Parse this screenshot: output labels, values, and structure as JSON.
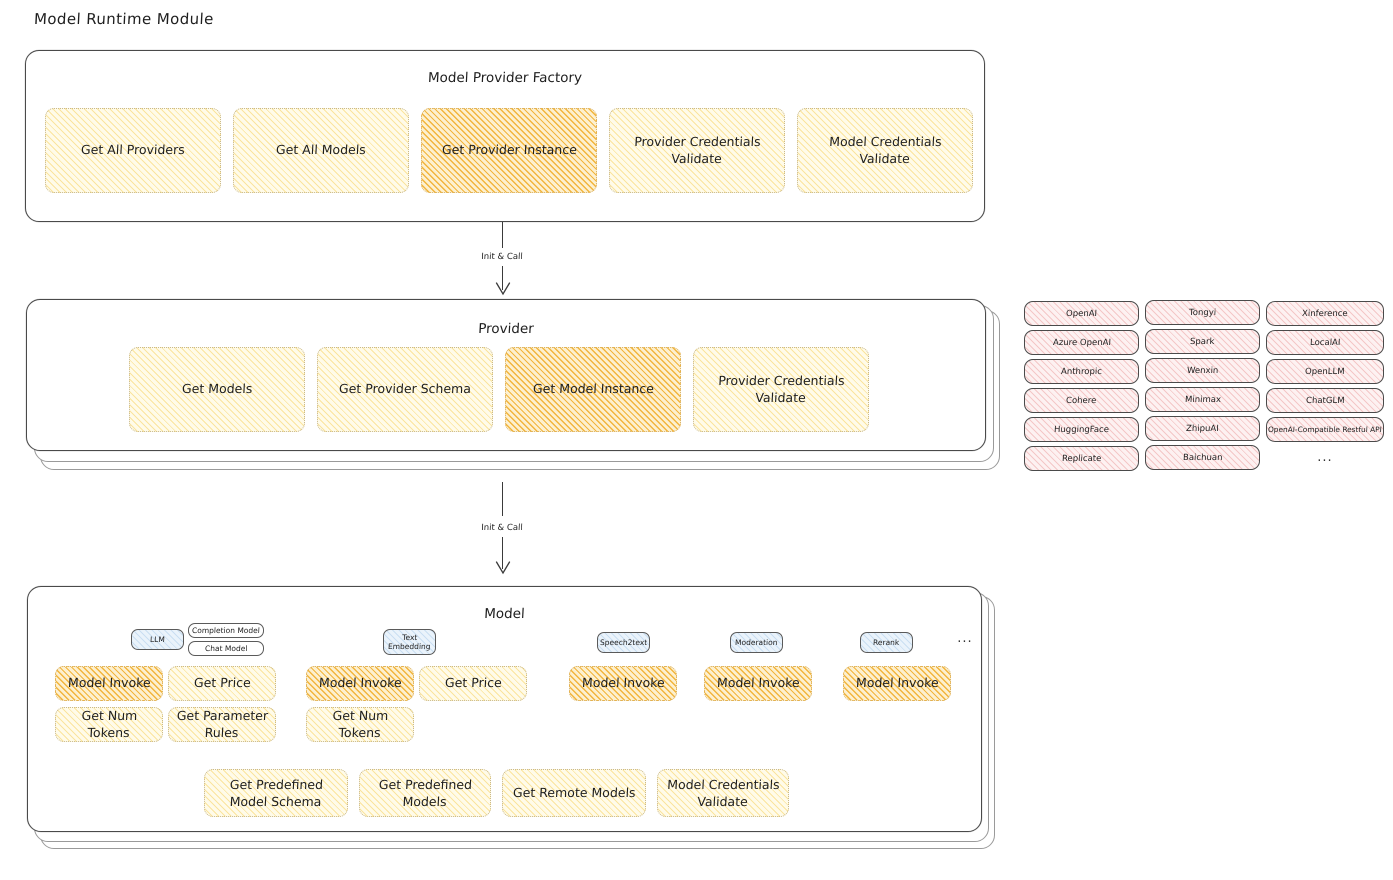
{
  "page": {
    "title": "Model Runtime Module"
  },
  "factory": {
    "title": "Model Provider Factory",
    "boxes": [
      {
        "label": "Get All Providers",
        "highlight": false
      },
      {
        "label": "Get All Models",
        "highlight": false
      },
      {
        "label": "Get Provider Instance",
        "highlight": true
      },
      {
        "label": "Provider Credentials Validate",
        "highlight": false
      },
      {
        "label": "Model Credentials Validate",
        "highlight": false
      }
    ]
  },
  "arrows": {
    "top_label": "Init & Call",
    "bottom_label": "Init & Call"
  },
  "provider": {
    "title": "Provider",
    "boxes": [
      {
        "label": "Get Models",
        "highlight": false
      },
      {
        "label": "Get Provider Schema",
        "highlight": false
      },
      {
        "label": "Get Model Instance",
        "highlight": true
      },
      {
        "label": "Provider Credentials Validate",
        "highlight": false
      }
    ]
  },
  "provider_list": {
    "columns": [
      {
        "items": [
          "OpenAI",
          "Azure OpenAI",
          "Anthropic",
          "Cohere",
          "HuggingFace",
          "Replicate"
        ]
      },
      {
        "items": [
          "Tongyi",
          "Spark",
          "Wenxin",
          "Minimax",
          "ZhipuAI",
          "Baichuan"
        ]
      },
      {
        "items": [
          "Xinference",
          "LocalAI",
          "OpenLLM",
          "ChatGLM",
          "OpenAI-Compatible Restful API"
        ]
      }
    ],
    "more": "..."
  },
  "model": {
    "title": "Model",
    "more": "...",
    "types": [
      {
        "name": "LLM",
        "sub_chips": [
          "Completion Model",
          "Chat Model"
        ],
        "ops_row1": [
          {
            "label": "Model Invoke",
            "highlight": true
          },
          {
            "label": "Get Price",
            "highlight": false
          }
        ],
        "ops_row2": [
          {
            "label": "Get Num Tokens",
            "highlight": false
          },
          {
            "label": "Get Parameter Rules",
            "highlight": false
          }
        ]
      },
      {
        "name": "Text Embedding",
        "sub_chips": [],
        "ops_row1": [
          {
            "label": "Model Invoke",
            "highlight": true
          },
          {
            "label": "Get Price",
            "highlight": false
          }
        ],
        "ops_row2": [
          {
            "label": "Get Num Tokens",
            "highlight": false
          }
        ]
      },
      {
        "name": "Speech2text",
        "sub_chips": [],
        "ops_row1": [
          {
            "label": "Model Invoke",
            "highlight": true
          }
        ],
        "ops_row2": []
      },
      {
        "name": "Moderation",
        "sub_chips": [],
        "ops_row1": [
          {
            "label": "Model Invoke",
            "highlight": true
          }
        ],
        "ops_row2": []
      },
      {
        "name": "Rerank",
        "sub_chips": [],
        "ops_row1": [
          {
            "label": "Model Invoke",
            "highlight": true
          }
        ],
        "ops_row2": []
      }
    ],
    "common_ops": [
      {
        "label": "Get Predefined Model Schema"
      },
      {
        "label": "Get Predefined Models"
      },
      {
        "label": "Get Remote Models"
      },
      {
        "label": "Model Credentials Validate"
      }
    ]
  },
  "colors": {
    "highlight_fill": "#f0aa23",
    "normal_fill": "#f5c842",
    "provider_chip": "#e06e6e",
    "model_type_chip": "#5a96d2",
    "stroke": "#1e1e1e"
  }
}
